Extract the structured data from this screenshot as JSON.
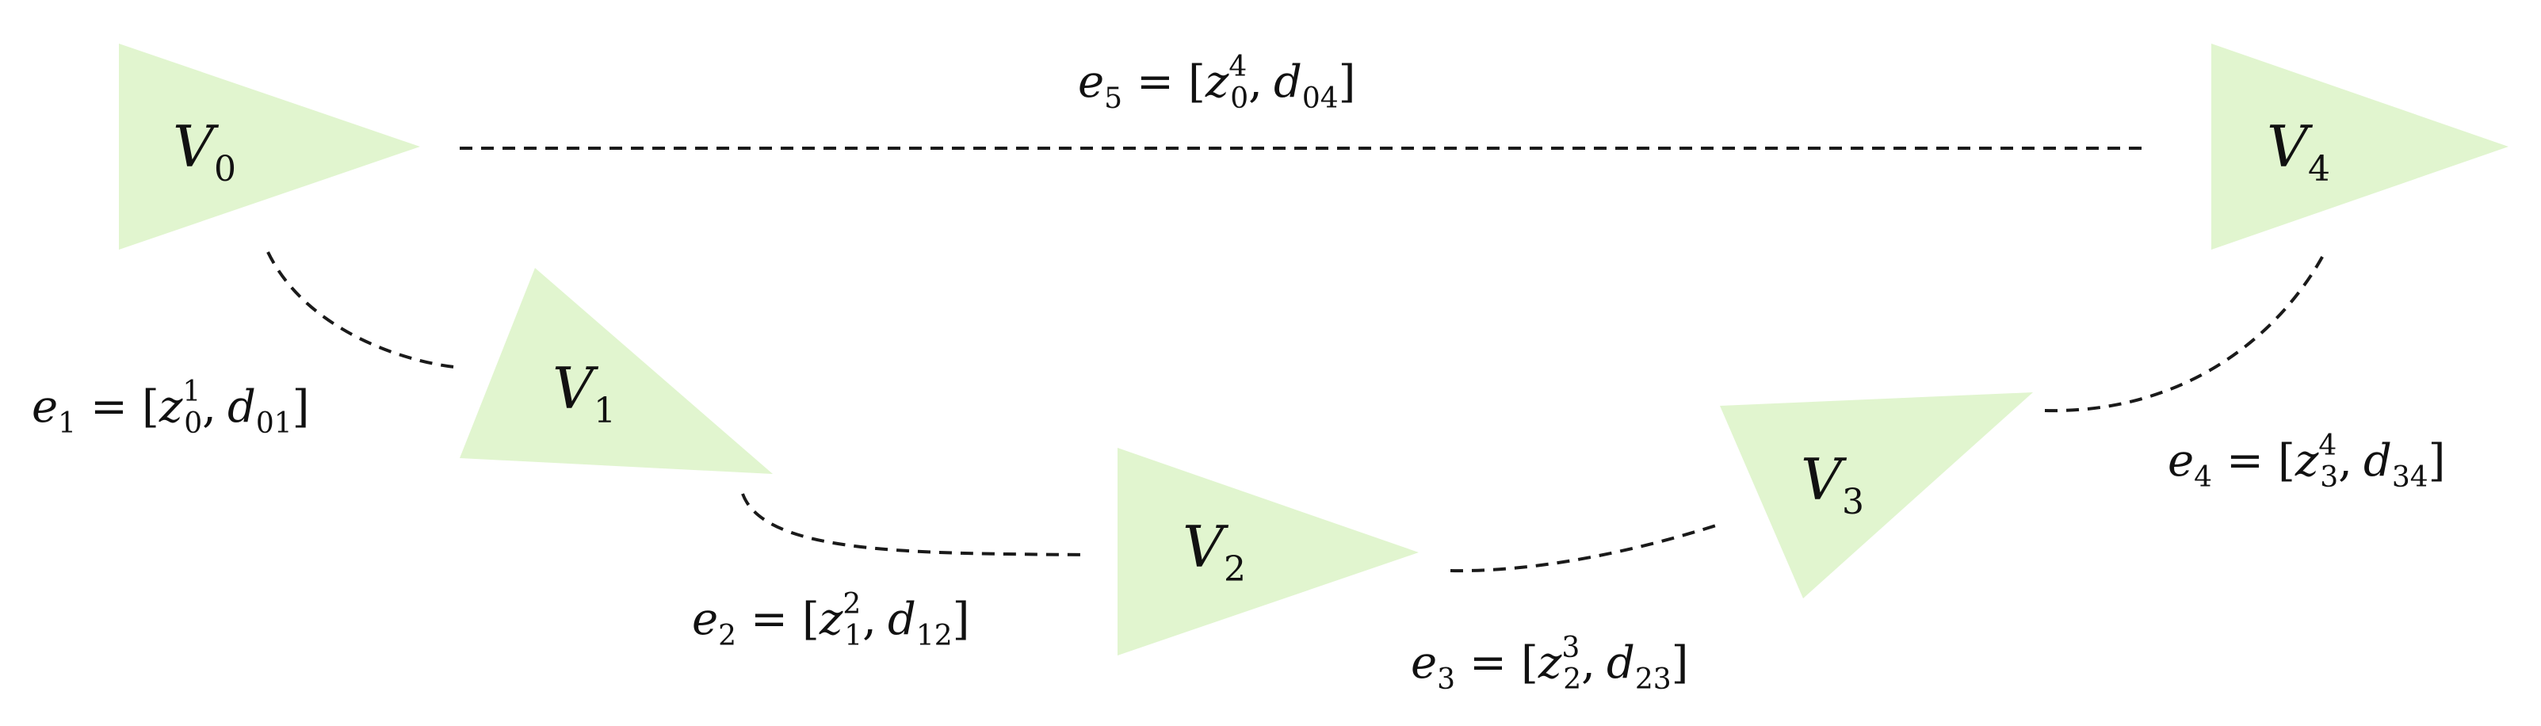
{
  "colors": {
    "node_fill": "#e1f5cf",
    "edge_stroke": "#1a1a1a",
    "text": "#111111"
  },
  "nodes": [
    {
      "id": "v0",
      "base": "V",
      "sub": "0"
    },
    {
      "id": "v1",
      "base": "V",
      "sub": "1"
    },
    {
      "id": "v2",
      "base": "V",
      "sub": "2"
    },
    {
      "id": "v3",
      "base": "V",
      "sub": "3"
    },
    {
      "id": "v4",
      "base": "V",
      "sub": "4"
    }
  ],
  "edges": [
    {
      "id": "e1",
      "from": "v0",
      "to": "v1",
      "name": "e",
      "name_sub": "1",
      "z_sub": "0",
      "z_sup": "1",
      "d_sub": "01"
    },
    {
      "id": "e2",
      "from": "v1",
      "to": "v2",
      "name": "e",
      "name_sub": "2",
      "z_sub": "1",
      "z_sup": "2",
      "d_sub": "12"
    },
    {
      "id": "e3",
      "from": "v2",
      "to": "v3",
      "name": "e",
      "name_sub": "3",
      "z_sub": "2",
      "z_sup": "3",
      "d_sub": "23"
    },
    {
      "id": "e4",
      "from": "v3",
      "to": "v4",
      "name": "e",
      "name_sub": "4",
      "z_sub": "3",
      "z_sup": "4",
      "d_sub": "34"
    },
    {
      "id": "e5",
      "from": "v0",
      "to": "v4",
      "name": "e",
      "name_sub": "5",
      "z_sub": "0",
      "z_sup": "4",
      "d_sub": "04"
    }
  ],
  "symbols": {
    "equals": "=",
    "open_bracket": "[",
    "close_bracket": "]",
    "comma": ",",
    "z": "z",
    "d": "d"
  }
}
